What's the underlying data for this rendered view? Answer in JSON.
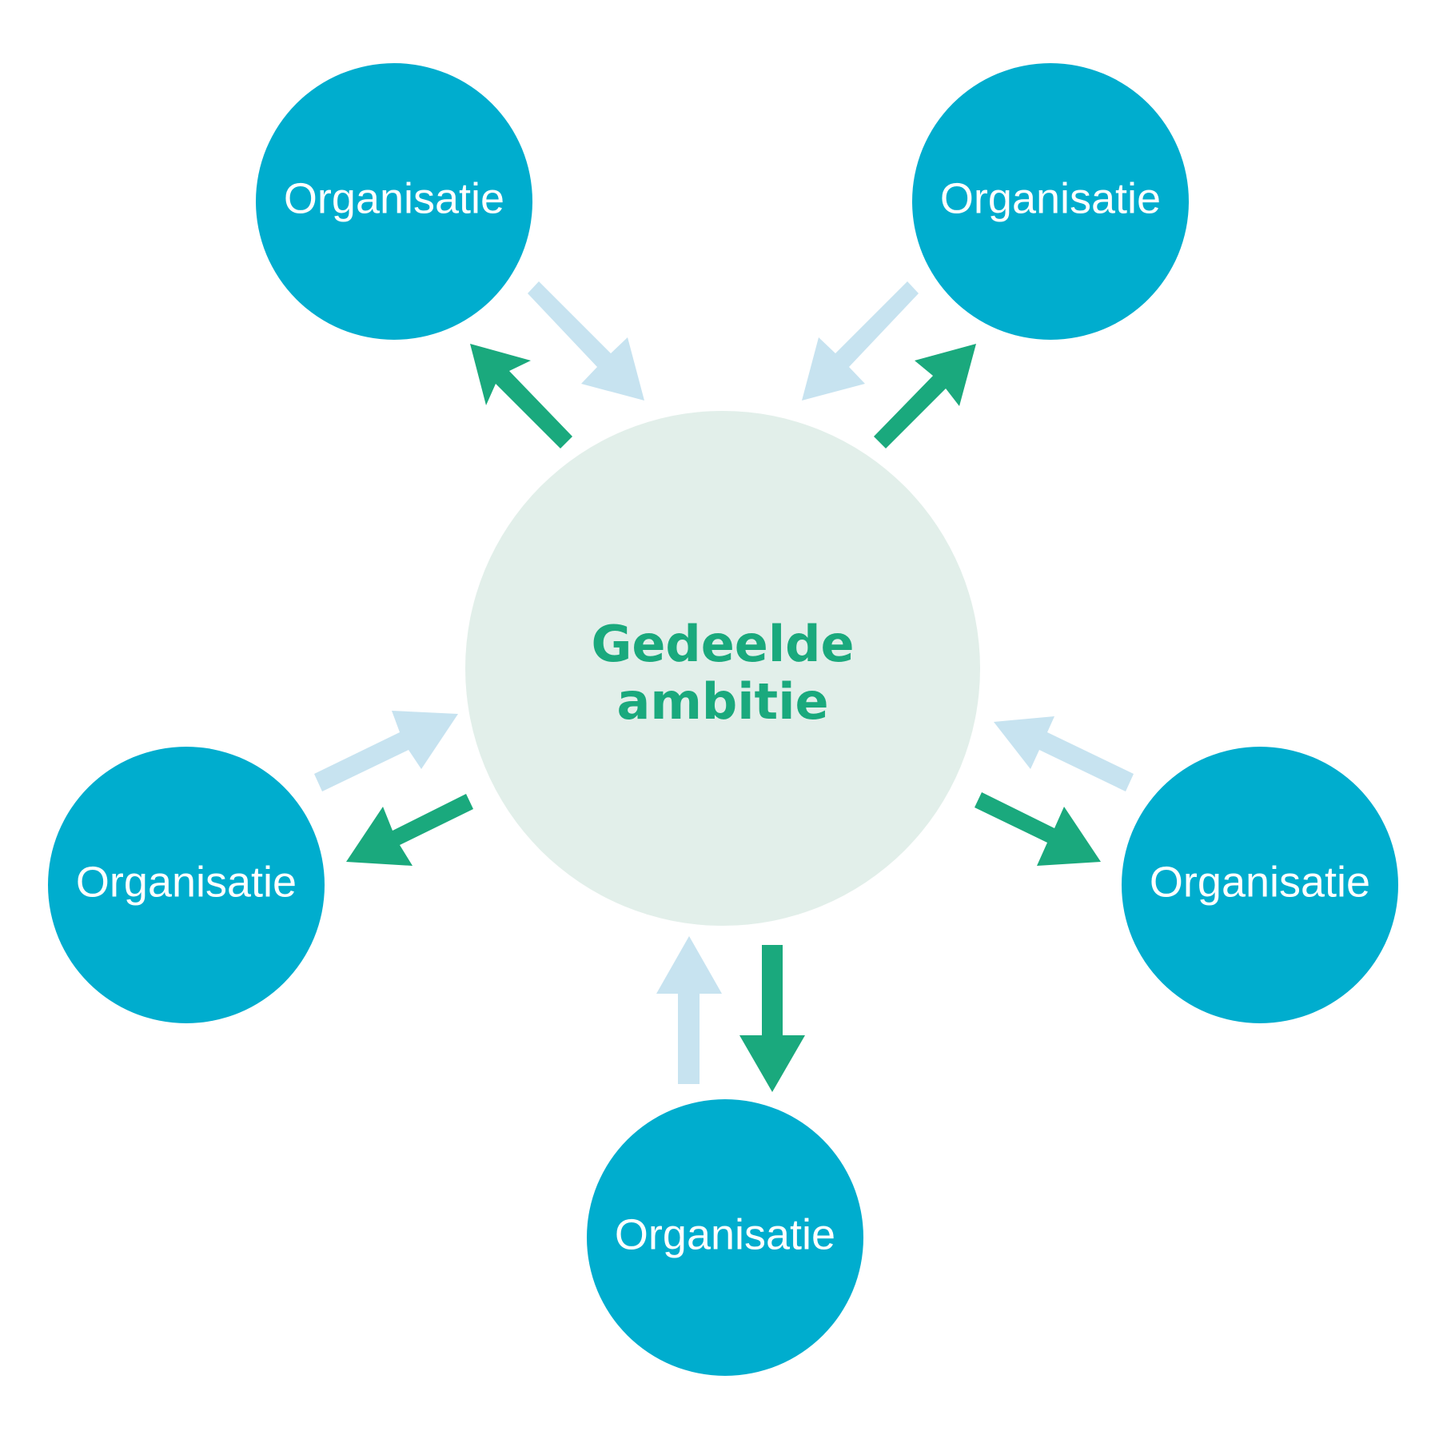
{
  "diagram": {
    "center": {
      "line1": "Gedeelde",
      "line2": "ambitie"
    },
    "nodes": [
      {
        "label": "Organisatie"
      },
      {
        "label": "Organisatie"
      },
      {
        "label": "Organisatie"
      },
      {
        "label": "Organisatie"
      },
      {
        "label": "Organisatie"
      }
    ]
  },
  "colors": {
    "background": "#ffffff",
    "node_fill": "#00adce",
    "node_text": "#ffffff",
    "center_fill": "#e2efea",
    "center_text": "#1aa97d",
    "arrow_outgoing": "#1aa97d",
    "arrow_incoming": "#c7e3f0"
  }
}
